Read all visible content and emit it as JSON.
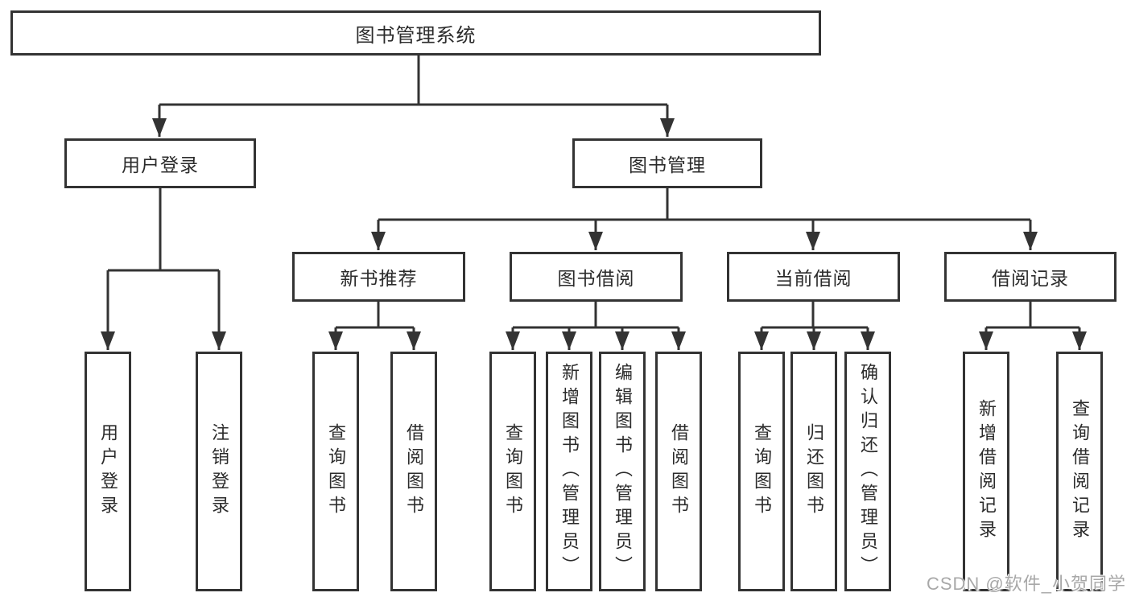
{
  "tree": {
    "root": {
      "label": "图书管理系统"
    },
    "level1": [
      {
        "label": "用户登录"
      },
      {
        "label": "图书管理"
      }
    ],
    "level2": [
      {
        "label": "新书推荐"
      },
      {
        "label": "图书借阅"
      },
      {
        "label": "当前借阅"
      },
      {
        "label": "借阅记录"
      }
    ],
    "leaves": {
      "user_login": [
        "用户登录",
        "注销登录"
      ],
      "new_book": [
        "查询图书",
        "借阅图书"
      ],
      "book_borrow": [
        "查询图书",
        "新增图书（管理员）",
        "编辑图书（管理员）",
        "借阅图书"
      ],
      "current_borrow": [
        "查询图书",
        "归还图书",
        "确认归还（管理员）"
      ],
      "borrow_record": [
        "新增借阅记录",
        "查询借阅记录"
      ]
    }
  },
  "watermark": "CSDN @软件_小贺同学",
  "colors": {
    "line": "#333333",
    "text": "#2b2b2b",
    "background": "#ffffff",
    "watermark": "#a8a8a8"
  }
}
